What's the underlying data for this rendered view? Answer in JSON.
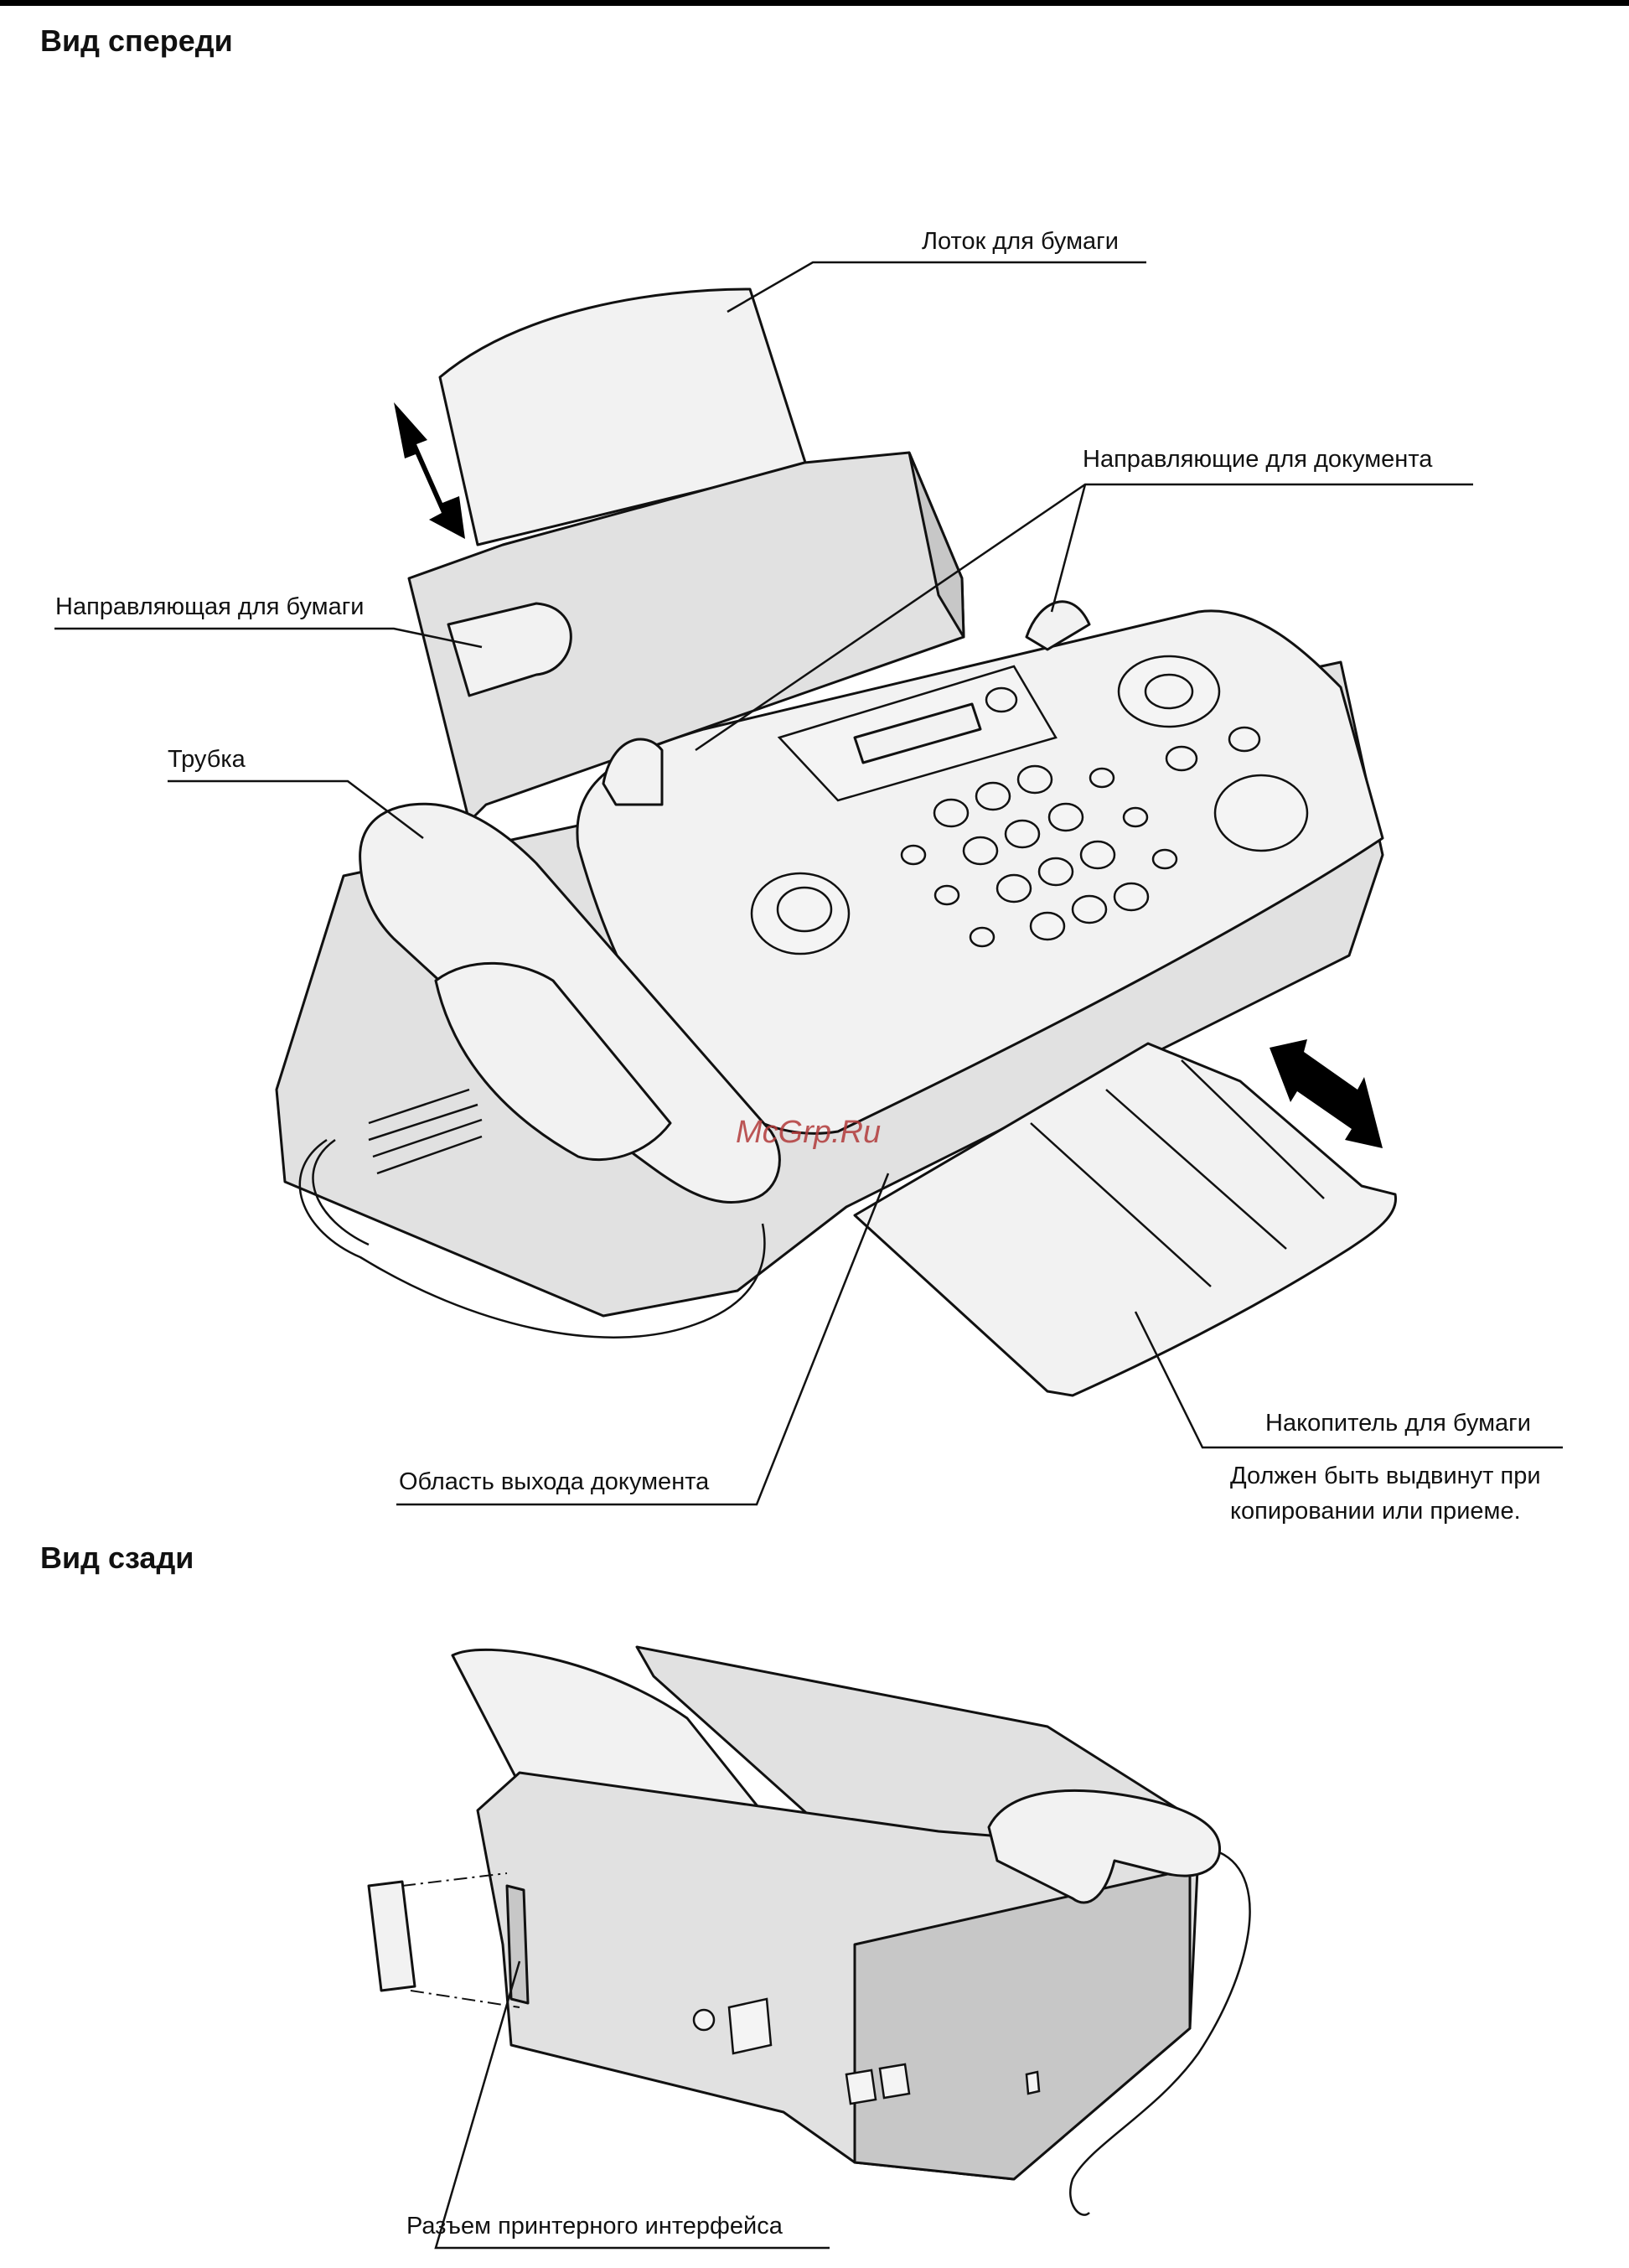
{
  "headings": {
    "front": "Вид спереди",
    "rear": "Вид сзади"
  },
  "labels": {
    "paper_tray": "Лоток для бумаги",
    "document_guides": "Направляющие для документа",
    "paper_guide": "Направляющая для бумаги",
    "handset": "Трубка",
    "paper_stacker": "Накопитель для бумаги",
    "document_exit": "Область  выхода документа",
    "printer_port": "Разъем принтерного интерфейса"
  },
  "notes": {
    "stacker_line1": "Должен быть выдвинут  при",
    "stacker_line2": "копировании или приеме."
  },
  "watermark": "McGrp.Ru",
  "icons": [
    "double-arrow-icon",
    "keypad-button-icon",
    "ac-socket-icon",
    "phone-jack-icon"
  ]
}
